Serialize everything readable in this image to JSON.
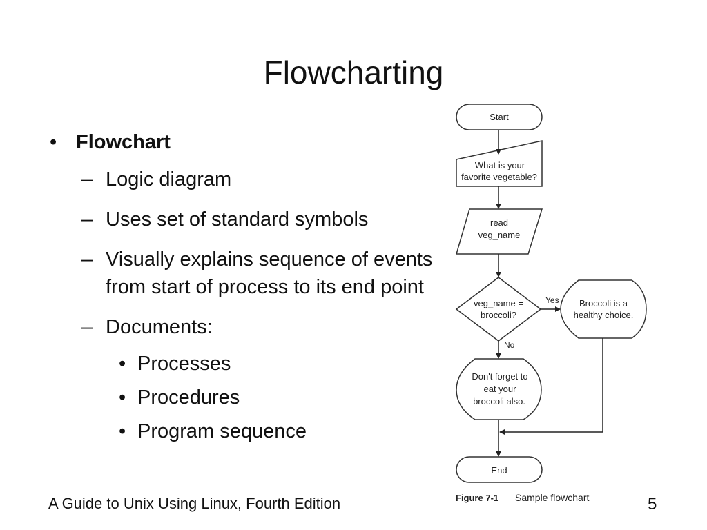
{
  "slide": {
    "title": "Flowcharting",
    "bullets": {
      "main": "Flowchart",
      "sub": [
        "Logic diagram",
        "Uses set of standard symbols",
        "Visually explains sequence of events from start of process to its end point",
        "Documents:"
      ],
      "subsub": [
        "Processes",
        "Procedures",
        "Program sequence"
      ]
    },
    "footer": "A Guide to Unix Using Linux, Fourth Edition",
    "page_number": "5"
  },
  "flowchart": {
    "start_label": "Start",
    "prompt_label": [
      "What is your",
      "favorite vegetable?"
    ],
    "read_label": [
      "read",
      "veg_name"
    ],
    "decision_label": [
      "veg_name =",
      "broccoli?"
    ],
    "yes_label": "Yes",
    "no_label": "No",
    "yes_display_label": [
      "Broccoli is a",
      "healthy choice."
    ],
    "no_display_label": [
      "Don't forget to",
      "eat your",
      "broccoli also."
    ],
    "end_label": "End",
    "caption_number": "Figure 7-1",
    "caption_text": "Sample flowchart"
  }
}
